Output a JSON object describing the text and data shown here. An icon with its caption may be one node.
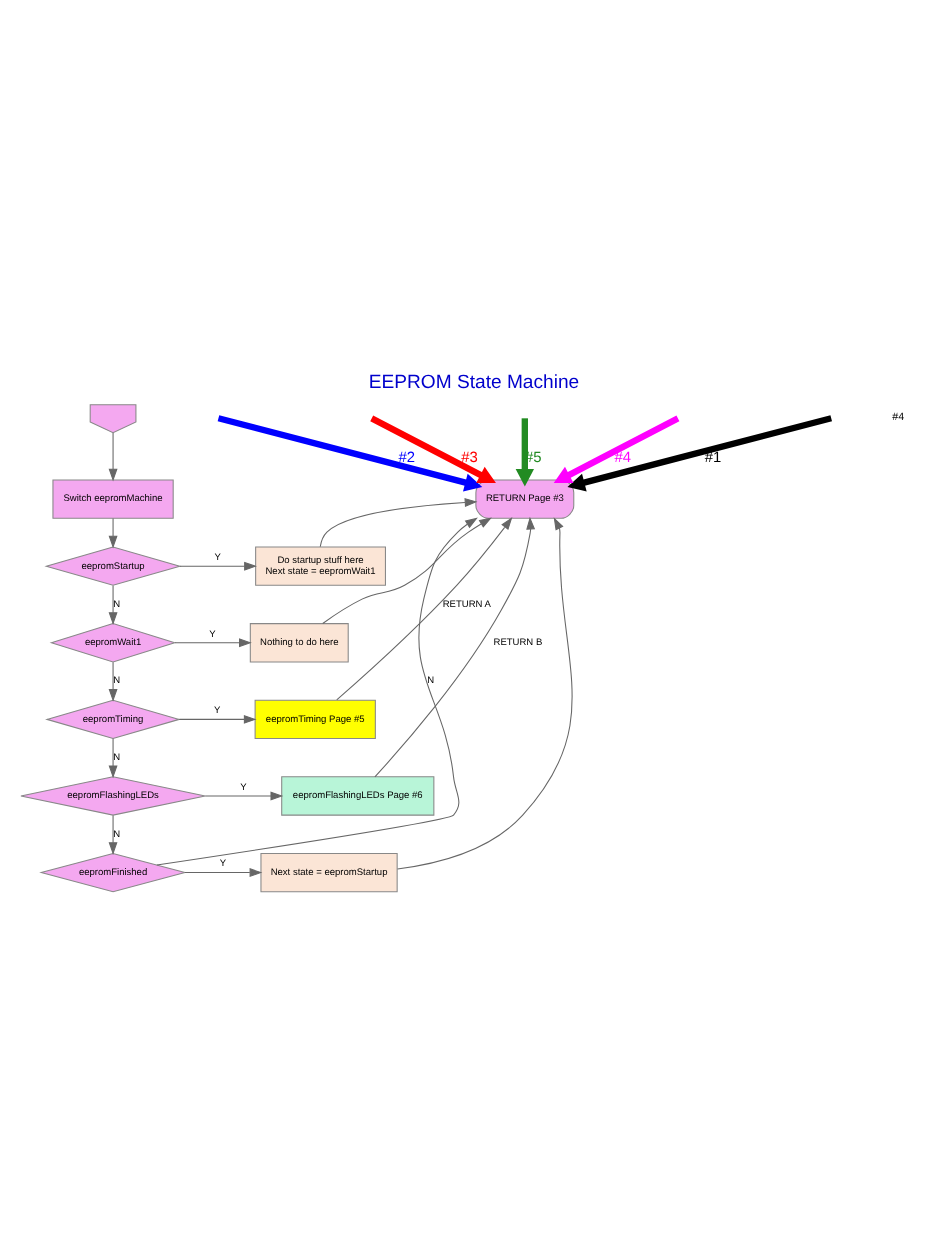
{
  "diagram": {
    "title": "EEPROM State Machine",
    "nodes": [
      {
        "text": [],
        "shape": "box"
      },
      {
        "text": [
          "Switch eepromMachine"
        ]
      },
      {
        "text": [
          "eepromStartup"
        ]
      },
      {
        "text": [
          "eepromWait1"
        ]
      },
      {
        "text": [
          "eepromTiming"
        ]
      },
      {
        "text": [
          "eepromFlashingLEDs"
        ]
      },
      {
        "text": [
          "eepromFinished"
        ]
      },
      {
        "text": [
          "Do startup stuff here",
          "Next state = eepromWait1"
        ]
      },
      {
        "text": [
          "Nothing to do here"
        ]
      },
      {
        "text": [
          "eepromTiming Page #5"
        ]
      },
      {
        "text": [
          "eepromFlashingLEDs Page #6"
        ]
      },
      {
        "text": [
          "Next state = eepromStartup"
        ]
      },
      {
        "text": [
          "RETURN Page #3"
        ]
      }
    ],
    "edges": [
      {
        "from": 0,
        "to": 1,
        "arrow": "to"
      },
      {
        "from": 1,
        "to": 2,
        "arrow": "to"
      },
      {
        "from": 2,
        "to": 3,
        "label": "N",
        "arrow": "to"
      },
      {
        "from": 3,
        "to": 4,
        "label": "N",
        "arrow": "to"
      },
      {
        "from": 4,
        "to": 5,
        "label": "N",
        "arrow": "to"
      },
      {
        "from": 5,
        "to": 6,
        "label": "N",
        "arrow": "to"
      },
      {
        "from": 2,
        "to": 7,
        "label": "Y",
        "arrow": "to"
      },
      {
        "from": 3,
        "to": 8,
        "label": "Y",
        "arrow": "to"
      },
      {
        "from": 4,
        "to": 9,
        "label": "Y",
        "arrow": "to"
      },
      {
        "from": 5,
        "to": 10,
        "label": "Y",
        "arrow": "to"
      },
      {
        "from": 6,
        "to": 11,
        "label": "Y",
        "arrow": "to"
      },
      {
        "from": 7,
        "to": 12,
        "arrow": "to"
      },
      {
        "from": 8,
        "to": 12,
        "arrow": "to"
      },
      {
        "from": 9,
        "to": 12,
        "label": "RETURN A",
        "arrow": "to"
      },
      {
        "from": 10,
        "to": 12,
        "label": "RETURN B",
        "arrow": "to"
      },
      {
        "from": 11,
        "to": 12,
        "arrow": "to"
      },
      {
        "from": 6,
        "to": 12,
        "label": "N",
        "arrow": "to"
      },
      {
        "from": null,
        "to": 12,
        "label": "#1",
        "arrow": "to",
        "style": "thick",
        "color": "#000000"
      },
      {
        "from": null,
        "to": 12,
        "label": "#2",
        "arrow": "to",
        "style": "thick",
        "color": "#0000ff"
      },
      {
        "from": null,
        "to": 12,
        "label": "#3",
        "arrow": "to",
        "style": "thick",
        "color": "#ff0000"
      },
      {
        "from": null,
        "to": 12,
        "label": "#4",
        "arrow": "to",
        "style": "thick",
        "color": "#ff00ff"
      },
      {
        "from": null,
        "to": 12,
        "label": "#5",
        "arrow": "to",
        "style": "thick",
        "color": "#228b22"
      }
    ],
    "labels": [
      "#4"
    ]
  }
}
